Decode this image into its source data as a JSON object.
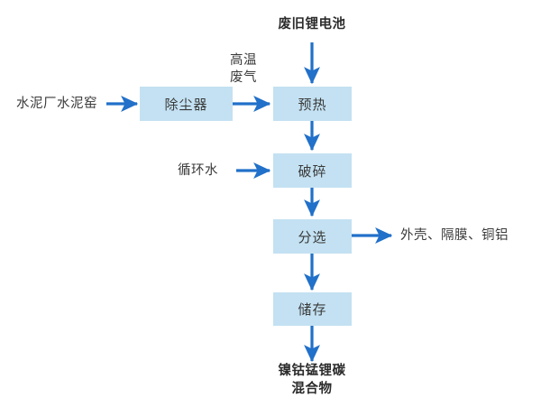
{
  "diagram": {
    "title_inputs": {
      "top_feed": "废旧锂电池",
      "left_feed": "水泥厂水泥窑",
      "water_feed": "循环水"
    },
    "intermediate_labels": {
      "hot_gas_line1": "高温",
      "hot_gas_line2": "废气"
    },
    "nodes": [
      {
        "id": "dust-collector",
        "label": "除尘器"
      },
      {
        "id": "preheat",
        "label": "预热"
      },
      {
        "id": "crush",
        "label": "破碎"
      },
      {
        "id": "sort",
        "label": "分选"
      },
      {
        "id": "storage",
        "label": "储存"
      }
    ],
    "outputs": {
      "side_output": "外壳、隔膜、铜铝",
      "final_output_line1": "镍钴锰锂碳",
      "final_output_line2": "混合物"
    },
    "colors": {
      "node_fill": "#c3e1f2",
      "arrow": "#2170c9",
      "text": "#3a3a3a",
      "background": "#ffffff"
    }
  }
}
